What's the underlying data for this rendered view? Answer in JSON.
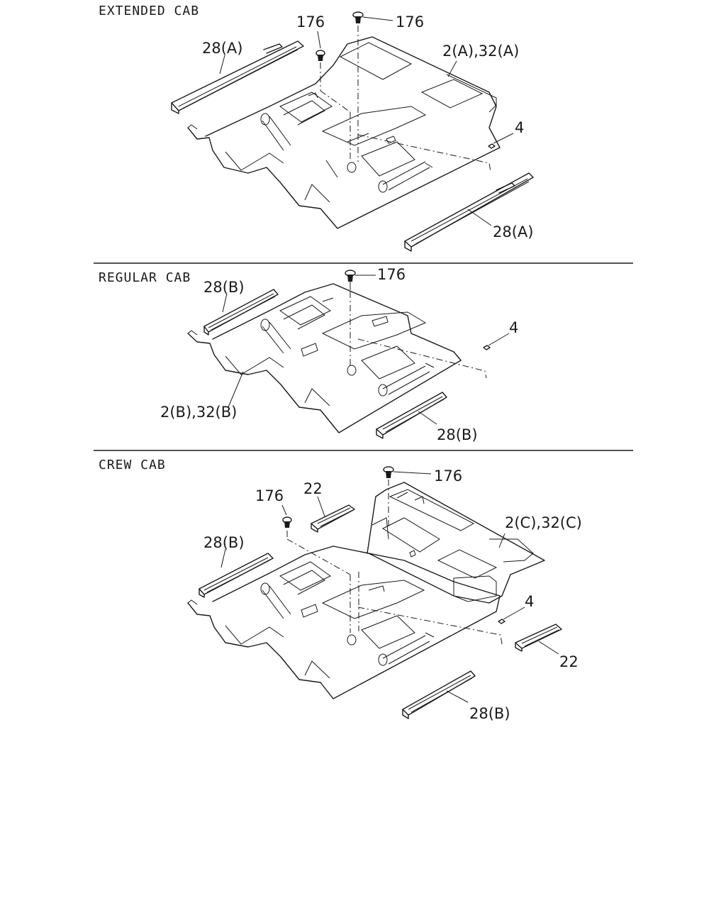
{
  "sections": {
    "extended": {
      "title": "EXTENDED CAB",
      "labels": {
        "bolt_left": "176",
        "bolt_right": "176",
        "sill_left": "28(A)",
        "carpet": "2(A),32(A)",
        "plug": "4",
        "sill_right": "28(A)"
      }
    },
    "regular": {
      "title": "REGULAR CAB",
      "labels": {
        "sill_left": "28(B)",
        "bolt": "176",
        "plug": "4",
        "carpet": "2(B),32(B)",
        "sill_right": "28(B)"
      }
    },
    "crew": {
      "title": "CREW CAB",
      "labels": {
        "bolt_rear": "176",
        "bolt_front": "176",
        "pad_left": "22",
        "carpet": "2(C),32(C)",
        "sill_left": "28(B)",
        "plug": "4",
        "pad_right": "22",
        "sill_right": "28(B)"
      }
    }
  },
  "icons": {
    "bolt": "push-clip-icon",
    "plug": "plug-icon",
    "sill": "sill-plate-icon",
    "carpet": "floor-carpet-icon"
  },
  "colors": {
    "ink": "#1a1a1a",
    "paper": "#ffffff"
  }
}
